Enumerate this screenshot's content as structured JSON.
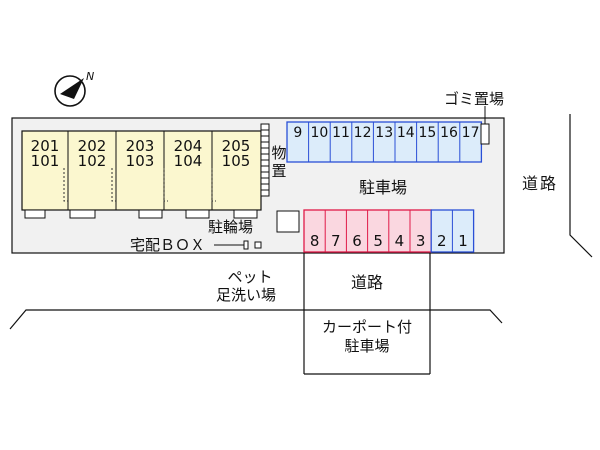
{
  "units": {
    "upper": [
      "201",
      "202",
      "203",
      "204",
      "205"
    ],
    "lower": [
      "101",
      "102",
      "103",
      "104",
      "105"
    ]
  },
  "storage_label": [
    "物",
    "置"
  ],
  "parking_label": "駐車場",
  "parking_top": [
    "9",
    "10",
    "11",
    "12",
    "13",
    "14",
    "15",
    "16",
    "17"
  ],
  "parking_bottom_pink": [
    "8",
    "7",
    "6",
    "5",
    "4",
    "3"
  ],
  "parking_bottom_blue": [
    "2",
    "1"
  ],
  "bicycle_label": "駐輪場",
  "delivery_box_label": "宅配ＢＯＸ",
  "pet_label_line1": "ペット",
  "pet_label_line2": "足洗い場",
  "garbage_label": "ゴミ置場",
  "road_right": [
    "道",
    "路"
  ],
  "road_center": "道路",
  "carport_line1": "カーポート付",
  "carport_line2": "駐車場",
  "compass_letter": "N",
  "colors": {
    "building_fill": "#fbf7cf",
    "lot_fill": "#f1f1f1",
    "parking_blue": "#dcecfa",
    "parking_blue_line": "#2a4fd6",
    "parking_pink": "#fad7e0",
    "parking_pink_line": "#e01a48"
  }
}
